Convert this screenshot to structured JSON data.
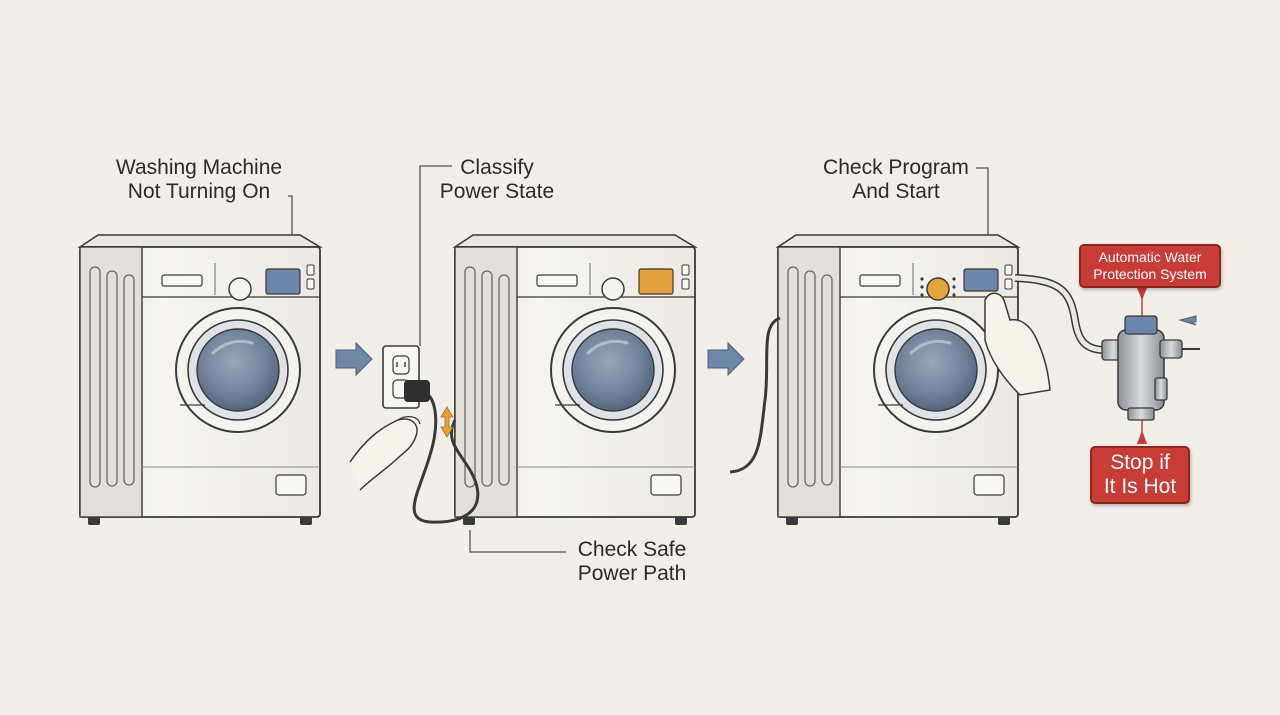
{
  "steps": [
    {
      "line1": "Washing Machine",
      "line2": "Not Turning On"
    },
    {
      "line1": "Classify",
      "line2": "Power State"
    },
    {
      "line1": "Check Safe",
      "line2": "Power Path"
    },
    {
      "line1": "Check Program",
      "line2": "And Start"
    }
  ],
  "callouts": {
    "protection": {
      "line1": "Automatic Water",
      "line2": "Protection System"
    },
    "stop": {
      "line1": "Stop if",
      "line2": "It Is Hot"
    }
  },
  "colors": {
    "background": "#f1efe7",
    "arrow": "#6f86a4",
    "callout_red": "#c93b35",
    "display_blue": "#6d85a8",
    "display_orange": "#e3a23e",
    "drum": "#7a8aa0"
  }
}
